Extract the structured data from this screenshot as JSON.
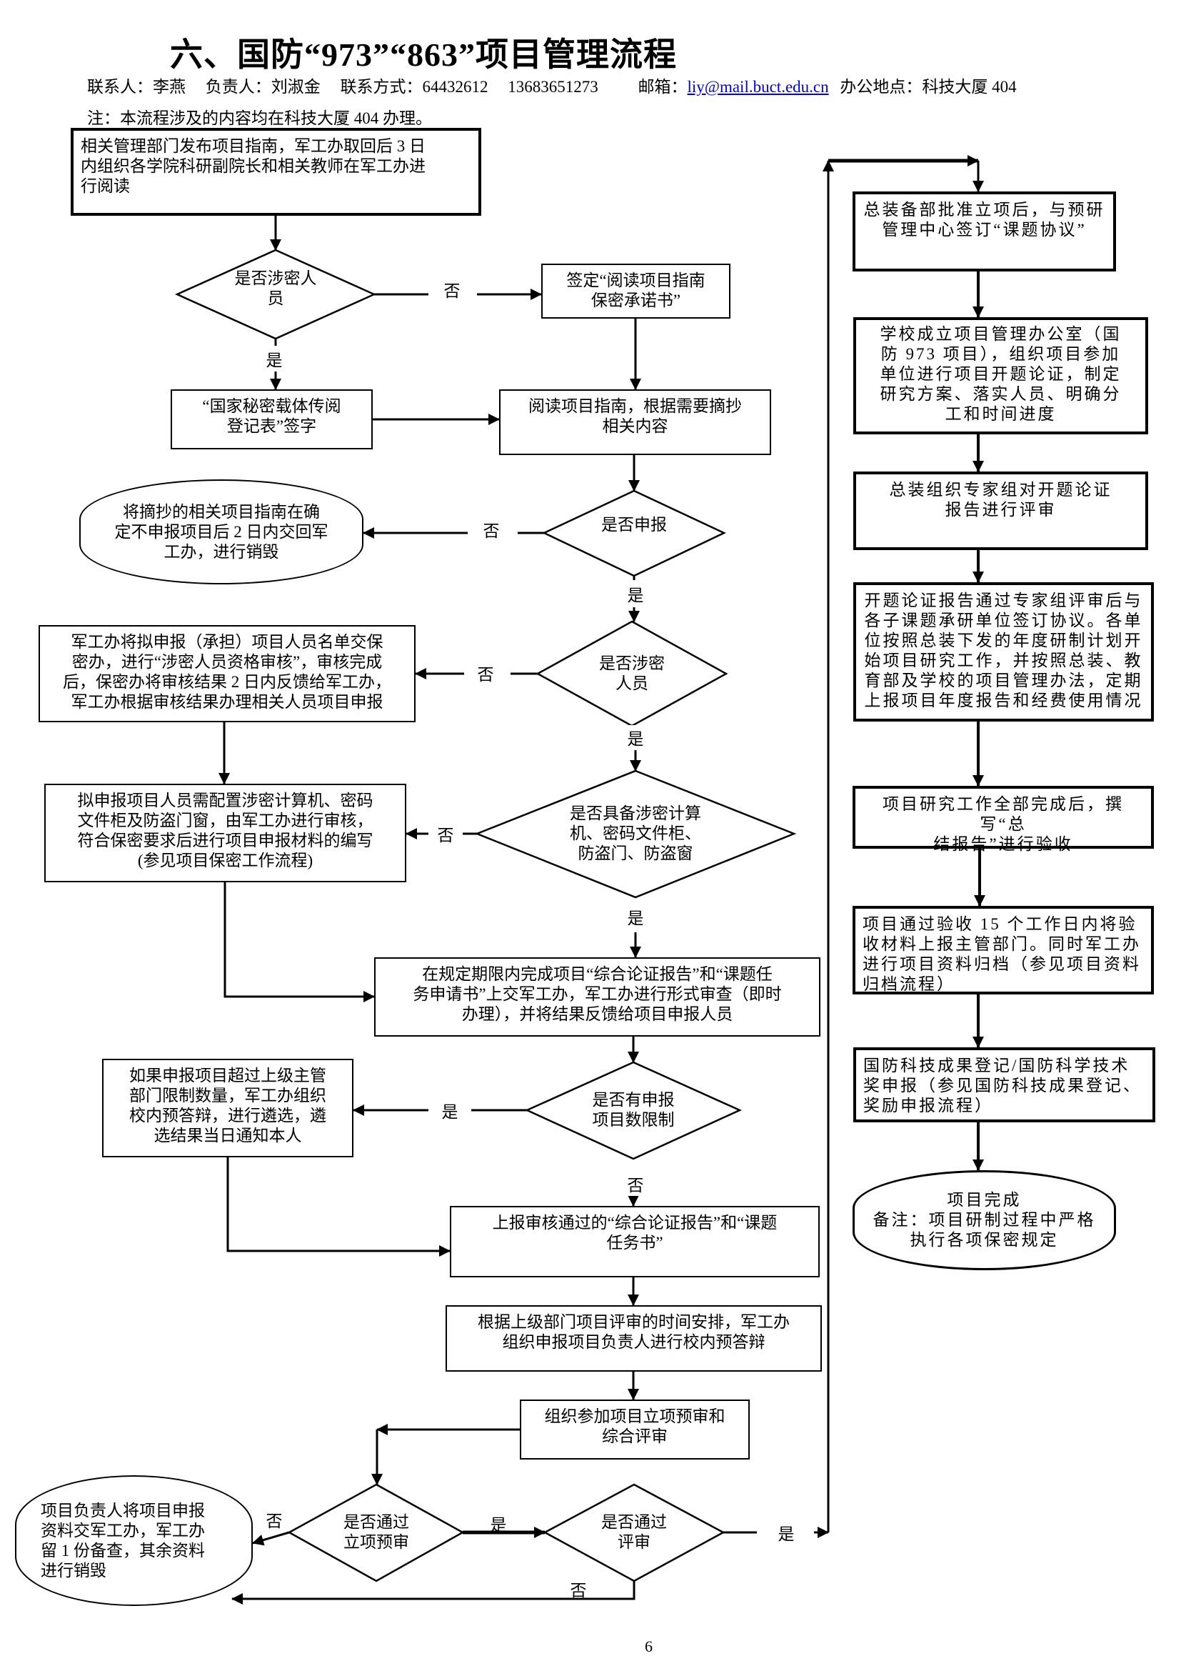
{
  "header": {
    "title": "六、国防“973”“863”项目管理流程",
    "contact_person": "联系人：李燕",
    "responsible": "负责人：刘淑金",
    "phone": "联系方式：64432612",
    "mobile": "13683651273",
    "email_label": "邮箱：",
    "email": "liy@mail.buct.edu.cn",
    "office": "办公地点：科技大厦 404",
    "note": "注：本流程涉及的内容均在科技大厦 404 办理。"
  },
  "nodes": {
    "publish_guide": "相关管理部门发布项目指南，军工办取回后 3 日\n内组织各学院科研副院长和相关教师在军工办进\n行阅读",
    "q_secret_staff_1": "是否涉密人\n员",
    "sign_pledge": "签定“阅读项目指南\n保密承诺书”",
    "sign_register": "“国家秘密载体传阅\n登记表”签字",
    "read_guide": "阅读项目指南，根据需要摘抄\n相关内容",
    "return_destroy": "将摘抄的相关项目指南在确\n定不申报项目后 2 日内交回军\n工办，进行销毁",
    "q_apply": "是否申报",
    "q_secret_staff_2": "是否涉密\n人员",
    "qualification_review": "军工办将拟申报（承担）项目人员名单交保\n密办，进行“涉密人员资格审核”，审核完成\n后，保密办将审核结果 2 日内反馈给军工办，\n军工办根据审核结果办理相关人员项目申报",
    "q_equipment": "是否具备涉密计算\n机、密码文件柜、\n防盗门、防盗窗",
    "equip_config": "拟申报项目人员需配置涉密计算机、密码\n文件柜及防盗门窗，由军工办进行审核，\n符合保密要求后进行项目申报材料的编写\n(参见项目保密工作流程)",
    "submit_reports": "在规定期限内完成项目“综合论证报告”和“课题任\n务申请书”上交军工办，军工办进行形式审查（即时\n办理），并将结果反馈给项目申报人员",
    "q_quota": "是否有申报\n项目数限制",
    "preselection": "如果申报项目超过上级主管\n部门限制数量，军工办组织\n校内预答辩，进行遴选，遴\n选结果当日通知本人",
    "report_up": "上报审核通过的“综合论证报告”和“课题\n任务书”",
    "internal_defense": "根据上级部门项目评审的时间安排，军工办\n组织申报项目负责人进行校内预答辩",
    "attend_review": "组织参加项目立项预审和\n综合评审",
    "q_prereview": "是否通过\n立项预审",
    "q_review": "是否通过\n评审",
    "fail_handling": "项目负责人将项目申报\n资料交军工办，军工办\n留 1 份备查，其余资料\n进行销毁",
    "approval_agreement": "总装备部批准立项后，与预研\n管理中心签订“课题协议”",
    "project_office": "学校成立项目管理办公室（国\n防 973 项目），组织项目参加\n单位进行项目开题论证，制定\n研究方案、落实人员、明确分\n工和时间进度",
    "expert_review": "总装组织专家组对开题论证\n报告进行评审",
    "sign_subprojects": "开题论证报告通过专家组评审后与\n各子课题承研单位签订协议。各单\n位按照总装下发的年度研制计划开\n始项目研究工作，并按照总装、教\n育部及学校的项目管理办法，定期\n上报项目年度报告和经费使用情况",
    "final_report": "项目研究工作全部完成后，撰写“总\n结报告”进行验收",
    "acceptance_archive": "项目通过验收  15  个工作日内将验\n收材料上报主管部门。同时军工办\n进行项目资料归档（参见项目资料\n归档流程）",
    "achievement_award": "国防科技成果登记/国防科学技术\n奖申报（参见国防科技成果登记、\n奖励申报流程）",
    "complete": "项目完成\n备注：项目研制过程中严格\n执行各项保密规定"
  },
  "labels": {
    "yes": "是",
    "no": "否"
  },
  "footer": {
    "page_number": "6"
  },
  "colors": {
    "link": "#0000ee",
    "line": "#000000"
  }
}
